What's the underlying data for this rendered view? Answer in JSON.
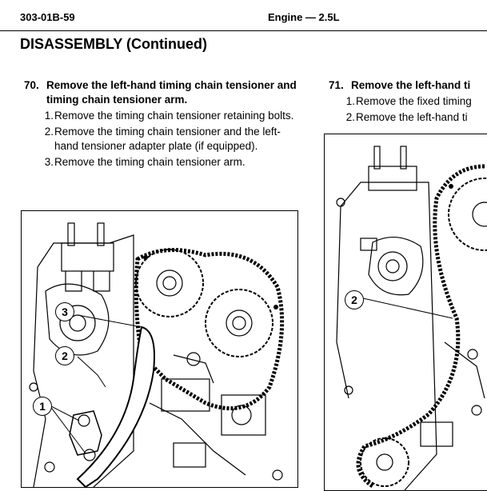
{
  "header": {
    "doc_code": "303-01B-59",
    "section_title": "Engine — 2.5L"
  },
  "page_title": "DISASSEMBLY (Continued)",
  "step70": {
    "number": "70.",
    "title": "Remove the left-hand timing chain tensioner and timing chain tensioner arm.",
    "substeps": [
      {
        "num": "1.",
        "text": "Remove the timing chain tensioner retaining bolts."
      },
      {
        "num": "2.",
        "text": "Remove the timing chain tensioner and the left-hand tensioner adapter plate (if equipped)."
      },
      {
        "num": "3.",
        "text": "Remove the timing chain tensioner arm."
      }
    ]
  },
  "step71": {
    "number": "71.",
    "title": "Remove the left-hand ti",
    "substeps": [
      {
        "num": "1.",
        "text": "Remove the fixed timing"
      },
      {
        "num": "2.",
        "text": "Remove the left-hand ti"
      }
    ]
  },
  "figures": {
    "left": {
      "callouts": [
        "1",
        "2",
        "3"
      ]
    },
    "right": {
      "callouts": [
        "2"
      ]
    }
  }
}
